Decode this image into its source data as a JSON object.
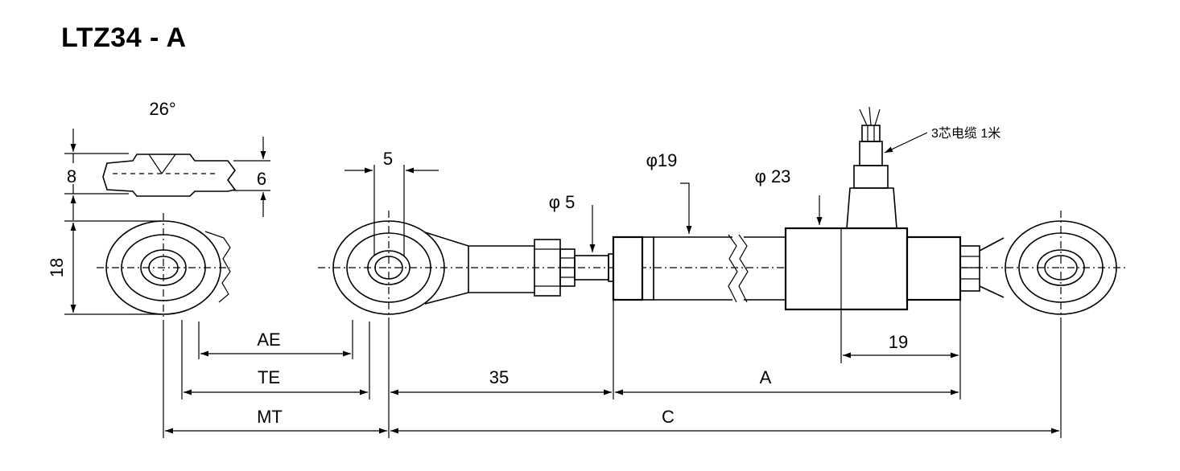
{
  "title": "LTZ34 - A",
  "labels": {
    "angle": "26°",
    "dim_8": "8",
    "dim_6": "6",
    "dim_18": "18",
    "dim_5": "5",
    "phi_5": "φ 5",
    "phi_19": "φ19",
    "phi_23": "φ 23",
    "cable_note": "3芯电缆 1米",
    "dim_19": "19",
    "ae": "AE",
    "te": "TE",
    "mt": "MT",
    "dim_35": "35",
    "a": "A",
    "c": "C"
  }
}
